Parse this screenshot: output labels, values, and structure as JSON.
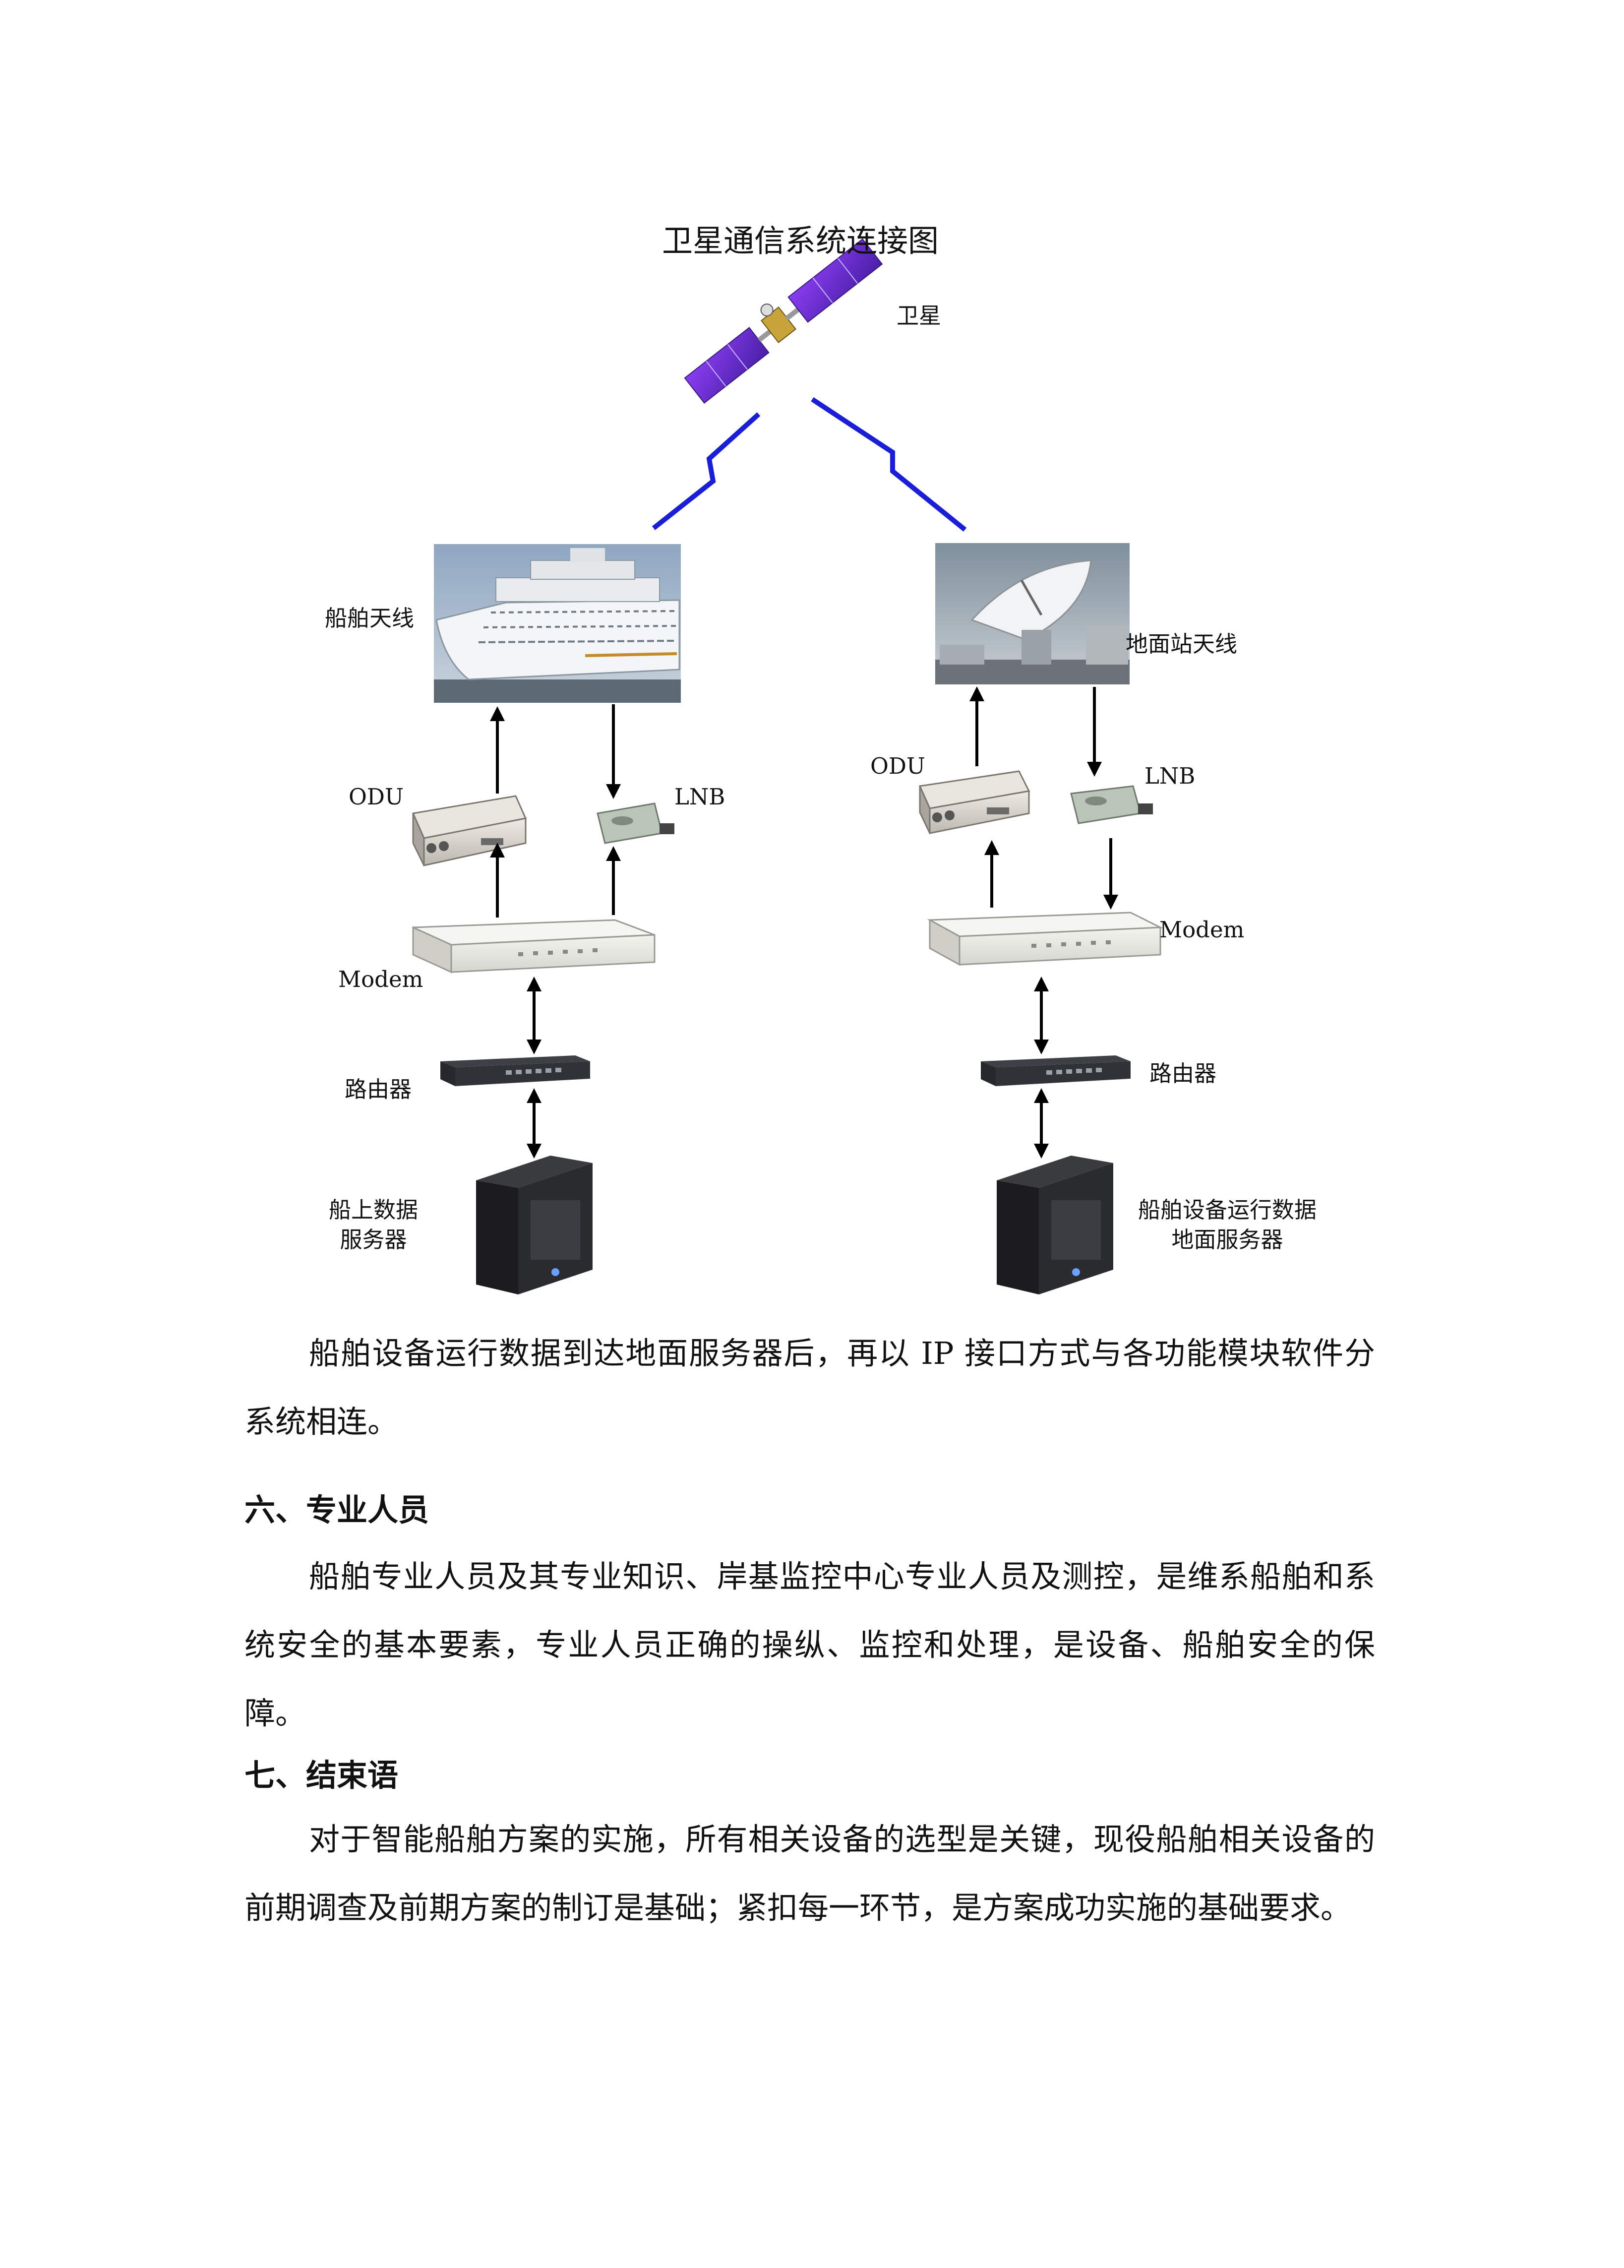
{
  "diagram": {
    "title": "卫星通信系统连接图",
    "satellite_label": "卫星",
    "ship_side": {
      "antenna_label": "船舶天线",
      "odu_label": "ODU",
      "lnb_label": "LNB",
      "modem_label": "Modem",
      "router_label": "路由器",
      "server_label_line1": "船上数据",
      "server_label_line2": "服务器"
    },
    "ground_side": {
      "antenna_label": "地面站天线",
      "odu_label": "ODU",
      "lnb_label": "LNB",
      "modem_label": "Modem",
      "router_label": "路由器",
      "server_label_line1": "船舶设备运行数据",
      "server_label_line2": "地面服务器"
    },
    "colors": {
      "signal": "#1a1fd6",
      "hull": "#ffffff",
      "sky": "#9db3c8",
      "device": "#d9d6cf",
      "lnb": "#b9c6b7",
      "server": "#1c1c1e",
      "satellite_panel": "#6a2fd1"
    }
  },
  "body": {
    "para1": "船舶设备运行数据到达地面服务器后，再以 IP 接口方式与各功能模块软件分系统相连。",
    "section6_heading": "六、专业人员",
    "para2": "船舶专业人员及其专业知识、岸基监控中心专业人员及测控，是维系船舶和系统安全的基本要素，专业人员正确的操纵、监控和处理，是设备、船舶安全的保障。",
    "section7_heading": "七、结束语",
    "para3": "对于智能船舶方案的实施，所有相关设备的选型是关键，现役船舶相关设备的前期调查及前期方案的制订是基础；紧扣每一环节，是方案成功实施的基础要求。"
  }
}
